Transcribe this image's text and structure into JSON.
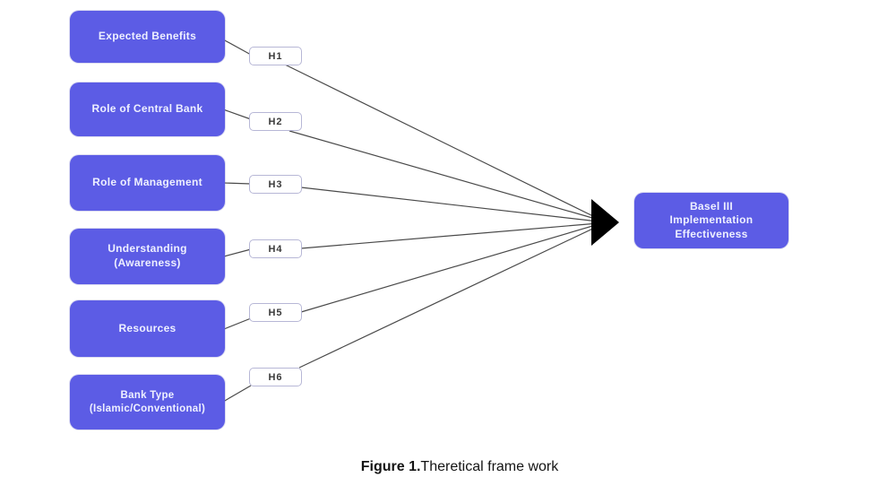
{
  "diagram": {
    "factors": [
      {
        "label": "Expected Benefits",
        "hypothesis": "H1"
      },
      {
        "label": "Role of Central Bank",
        "hypothesis": "H2"
      },
      {
        "label": "Role of Management",
        "hypothesis": "H3"
      },
      {
        "label": "Understanding\n(Awareness)",
        "hypothesis": "H4"
      },
      {
        "label": "Resources",
        "hypothesis": "H5"
      },
      {
        "label": "Bank Type\n(Islamic/Conventional)",
        "hypothesis": "H6"
      }
    ],
    "outcome": {
      "label": "Basel III\nImplementation\nEffectiveness"
    },
    "caption": {
      "prefix": "Figure 1.",
      "text": "Theretical frame work"
    },
    "colors": {
      "node_fill": "#5c5ce5",
      "node_text": "#eef0ff",
      "hypothesis_fill": "#ffffff",
      "hypothesis_border": "#b7b7d6",
      "hypothesis_text": "#3a3a3a",
      "connector_line": "#4a4a4a",
      "arrow_head": "#000000",
      "background": "#ffffff"
    }
  }
}
